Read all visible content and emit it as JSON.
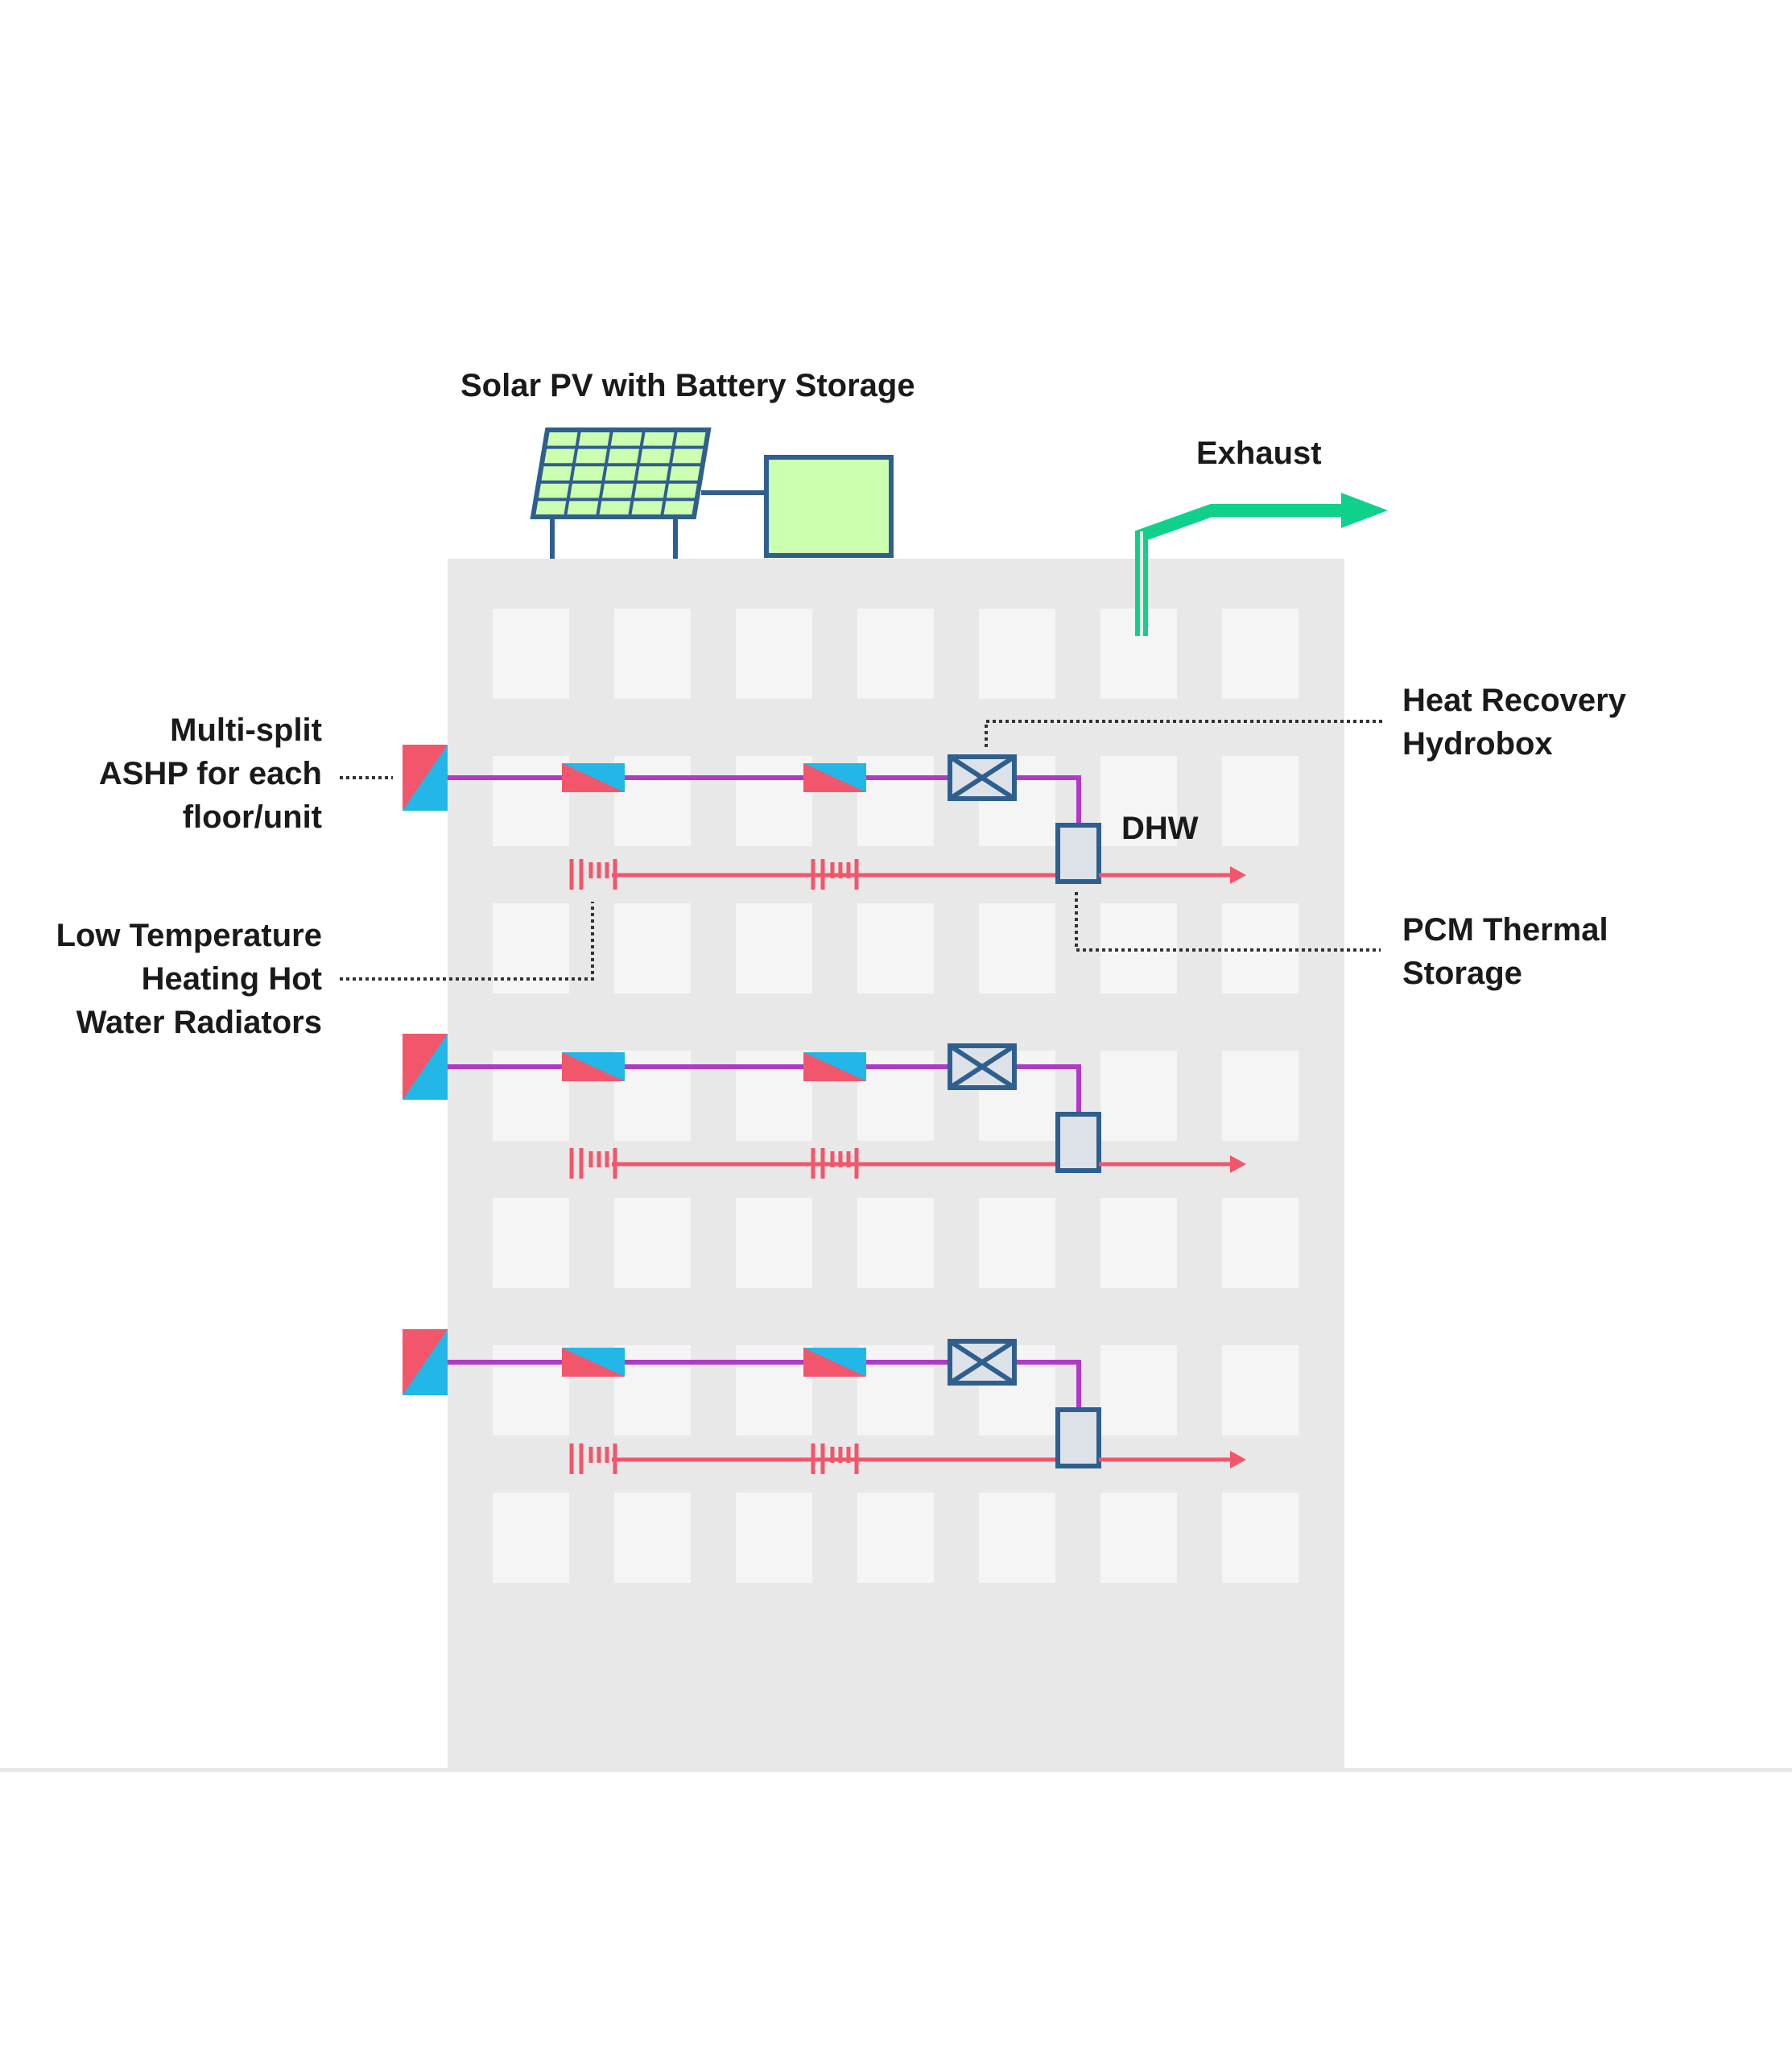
{
  "labels": {
    "solar": "Solar PV with Battery Storage",
    "exhaust": "Exhaust",
    "heat_recovery": [
      "Heat Recovery",
      "Hydrobox"
    ],
    "ashp": [
      "Multi-split",
      "ASHP for each",
      "floor/unit"
    ],
    "dhw": "DHW",
    "pcm": [
      "PCM Thermal",
      "Storage"
    ],
    "radiators": [
      "Low Temperature",
      "Heating Hot",
      "Water Radiators"
    ]
  },
  "colors": {
    "building": "#e8e8e8",
    "window": "#f5f5f5",
    "pipe_refrigerant": "#b03ac8",
    "pipe_hot_water": "#f2566b",
    "indoor_unit_hot": "#f2566b",
    "indoor_unit_cold": "#22b7e6",
    "equipment_outline": "#2f5f8f",
    "equipment_fill": "#dde2e8",
    "solar_fill": "#ccffb0",
    "exhaust": "#0fd18c",
    "ground": "#e8e8e8",
    "leader": "#333333"
  },
  "icons": [
    "solar-panel-icon",
    "battery-icon",
    "exhaust-duct-icon",
    "ashp-outdoor-unit-icon",
    "indoor-split-unit-icon",
    "heat-recovery-hydrobox-icon",
    "pcm-storage-tank-icon",
    "radiator-icon"
  ]
}
